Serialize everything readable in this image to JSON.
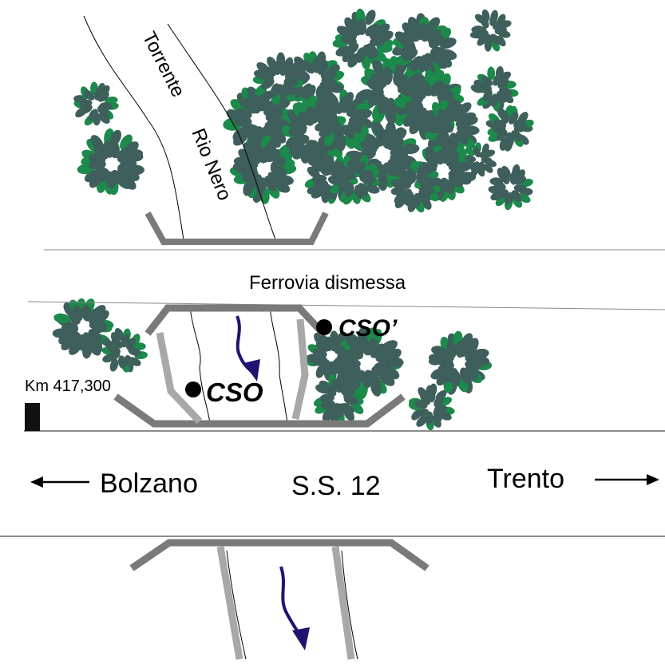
{
  "labels": {
    "river_name_1": "Torrente",
    "river_name_2": "Rio Nero",
    "railway": "Ferrovia dismessa",
    "km_marker": "Km 417,300",
    "cso": "CSO",
    "cso_prime": "CSO’",
    "road": "S.S. 12",
    "west_city": "Bolzano",
    "east_city": "Trento"
  },
  "colors": {
    "tree_dark": "#3e5f5b",
    "tree_light": "#1b8a4a",
    "structure": "#7a7a7a",
    "structure_light": "#a8a8a8",
    "flow_arrow": "#1f1470"
  }
}
